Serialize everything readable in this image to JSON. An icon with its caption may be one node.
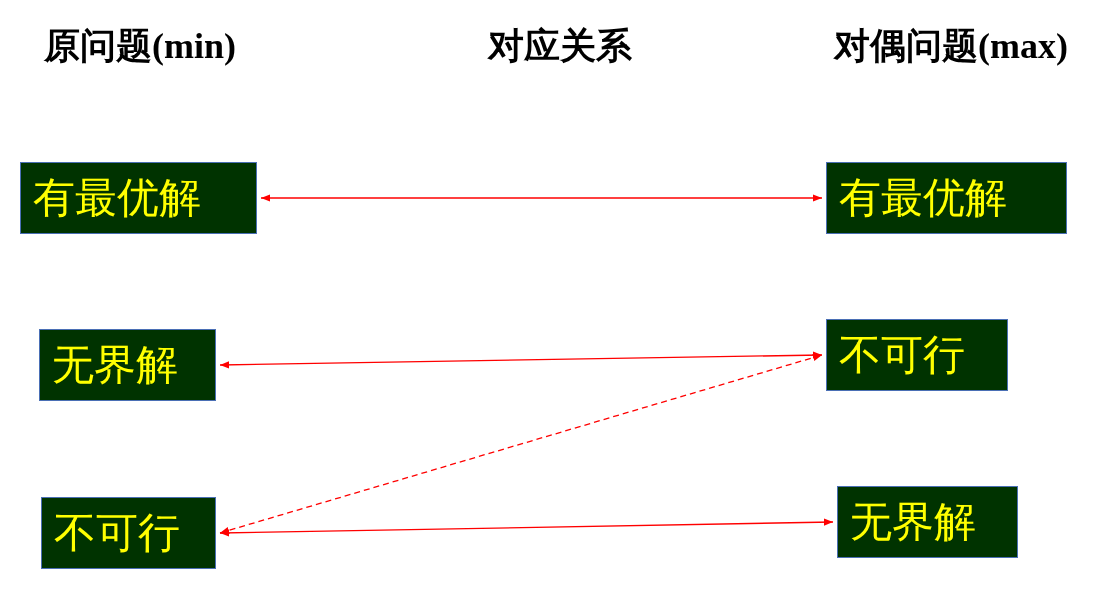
{
  "diagram": {
    "nodes": [
      {
        "text": [
          "有最优解"
        ]
      },
      {
        "text": [
          "无界解"
        ]
      },
      {
        "text": [
          "不可行"
        ]
      },
      {
        "text": [
          "有最优解"
        ]
      },
      {
        "text": [
          "不可行"
        ]
      },
      {
        "text": [
          "无界解"
        ]
      }
    ],
    "edges": [
      {
        "from": 0,
        "to": 3,
        "arrow": "both"
      },
      {
        "from": 1,
        "to": 4,
        "arrow": "both"
      },
      {
        "from": 2,
        "to": 5,
        "arrow": "both"
      },
      {
        "from": 2,
        "to": 4,
        "arrow": "both",
        "style": "dashed"
      }
    ],
    "labels": [
      "原问题(min)",
      "对应关系",
      "对偶问题(max)"
    ]
  }
}
